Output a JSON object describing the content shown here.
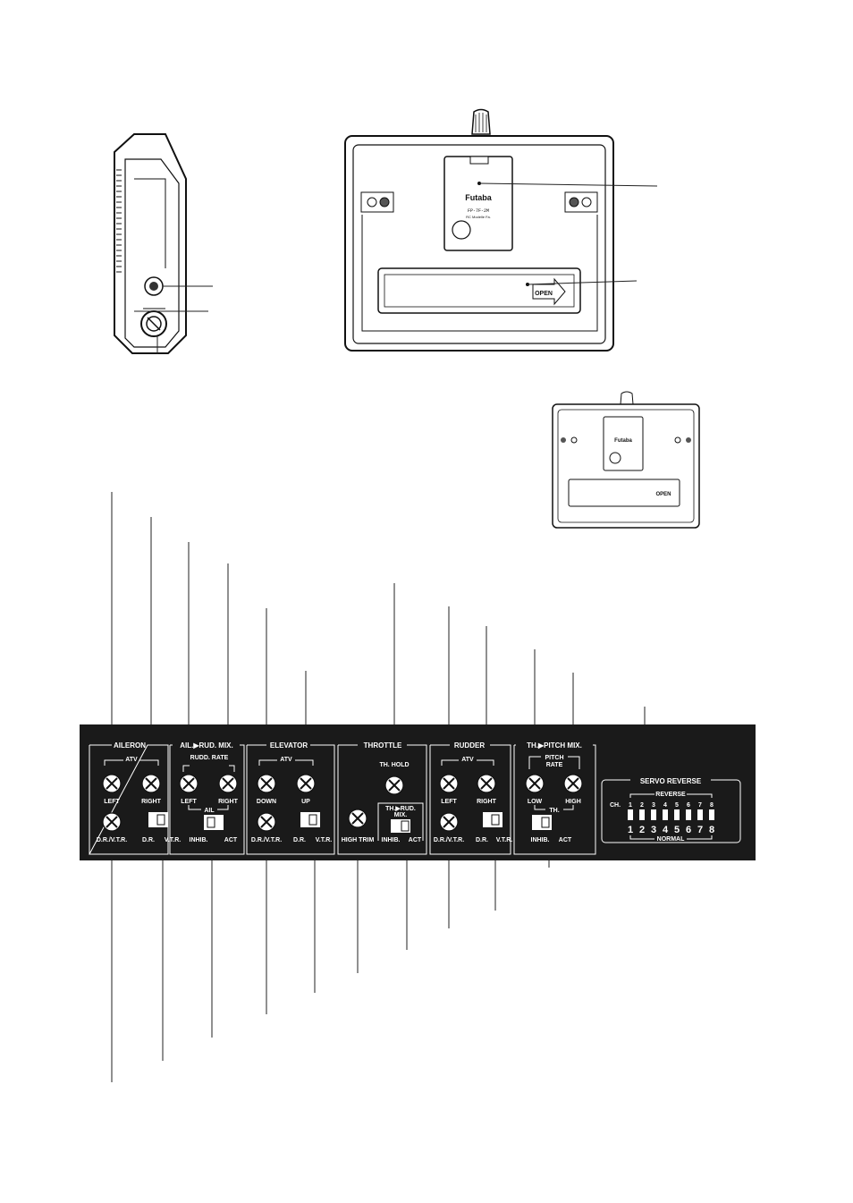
{
  "brand": {
    "logo": "Futaba",
    "model": "FP-7F-2M",
    "sub": "RC Modelle Fa.",
    "open": "OPEN"
  },
  "panel": {
    "aileron": {
      "title": "AILERON",
      "atv": "ATV",
      "left": "LEFT",
      "right": "RIGHT",
      "drvtr": "D.R./V.T.R.",
      "dr": "D.R.",
      "vtr": "V.T.R."
    },
    "ailrud": {
      "title": "AIL.▶RUD. MIX.",
      "rate": "RUDD. RATE",
      "left": "LEFT",
      "right": "RIGHT",
      "ail": "AIL",
      "inhib": "INHIB.",
      "act": "ACT"
    },
    "elevator": {
      "title": "ELEVATOR",
      "atv": "ATV",
      "down": "DOWN",
      "up": "UP",
      "drvtr": "D.R./V.T.R.",
      "dr": "D.R.",
      "vtr": "V.T.R."
    },
    "throttle": {
      "title": "THROTTLE",
      "hold": "TH. HOLD",
      "trim": "HIGH TRIM",
      "mix1": "TH.▶RUD.",
      "mix2": "MIX.",
      "inhib": "INHIB.",
      "act": "ACT"
    },
    "rudder": {
      "title": "RUDDER",
      "atv": "ATV",
      "left": "LEFT",
      "right": "RIGHT",
      "drvtr": "D.R./V.T.R.",
      "dr": "D.R.",
      "vtr": "V.T.R."
    },
    "thpitch": {
      "title": "TH.▶PITCH MIX.",
      "rate1": "PITCH",
      "rate2": "RATE",
      "low": "LOW",
      "high": "HIGH",
      "th": "TH.",
      "inhib": "INHIB.",
      "act": "ACT"
    },
    "servo": {
      "title": "SERVO REVERSE",
      "reverse": "REVERSE",
      "ch": "CH.",
      "normal": "NORMAL",
      "channels": [
        "1",
        "2",
        "3",
        "4",
        "5",
        "6",
        "7",
        "8"
      ]
    }
  }
}
